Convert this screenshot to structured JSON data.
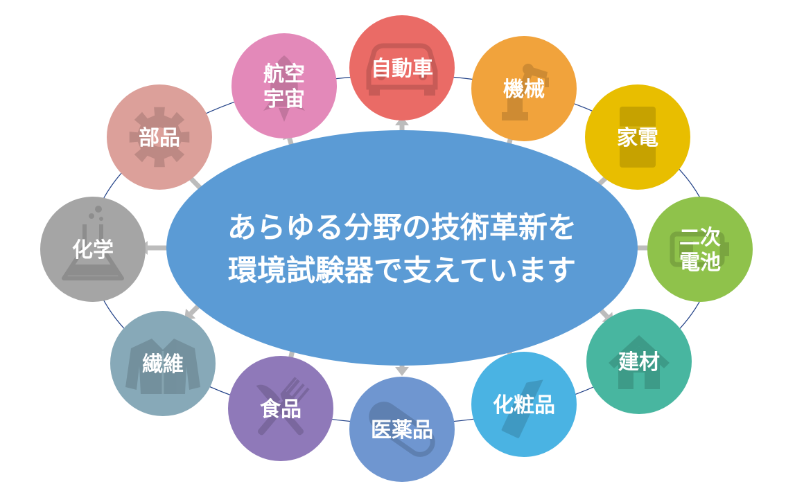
{
  "center": {
    "line1": "あらゆる分野の技術革新を",
    "line2": "環境試験器で支えています",
    "color": "#5b9bd5"
  },
  "nodes": [
    {
      "id": "aerospace",
      "lines": [
        "航空",
        "宇宙"
      ],
      "color": "#e389b9",
      "icon": "rocket-icon"
    },
    {
      "id": "automobile",
      "lines": [
        "自動車"
      ],
      "color": "#ea6b66",
      "icon": "car-icon"
    },
    {
      "id": "machinery",
      "lines": [
        "機械"
      ],
      "color": "#f1a33c",
      "icon": "robot-arm-icon"
    },
    {
      "id": "appliances",
      "lines": [
        "家電"
      ],
      "color": "#e8be00",
      "icon": "refrigerator-icon"
    },
    {
      "id": "secondary-battery",
      "lines": [
        "二次",
        "電池"
      ],
      "color": "#8fc24b",
      "icon": "battery-icon"
    },
    {
      "id": "building-materials",
      "lines": [
        "建材"
      ],
      "color": "#48b6a0",
      "icon": "house-icon"
    },
    {
      "id": "cosmetics",
      "lines": [
        "化粧品"
      ],
      "color": "#4ab3e3",
      "icon": "lipstick-icon"
    },
    {
      "id": "pharmaceuticals",
      "lines": [
        "医薬品"
      ],
      "color": "#6f96d0",
      "icon": "capsule-icon"
    },
    {
      "id": "food",
      "lines": [
        "食品"
      ],
      "color": "#8f79b9",
      "icon": "fork-knife-icon"
    },
    {
      "id": "textiles",
      "lines": [
        "繊維"
      ],
      "color": "#87a9b8",
      "icon": "jacket-icon"
    },
    {
      "id": "chemistry",
      "lines": [
        "化学"
      ],
      "color": "#a5a5a5",
      "icon": "flask-icon"
    },
    {
      "id": "parts",
      "lines": [
        "部品"
      ],
      "color": "#dca09a",
      "icon": "gear-icon"
    }
  ]
}
